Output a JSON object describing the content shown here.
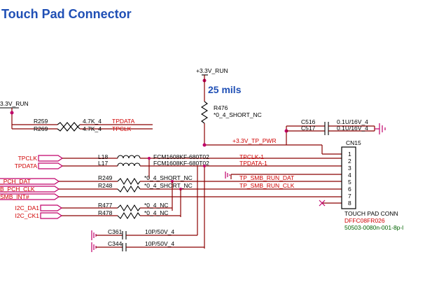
{
  "title": "Touch Pad Connector",
  "note": "25 mils",
  "rails": {
    "run_top": "+3.3V_RUN",
    "run_left": "3.3V_RUN",
    "tp_pwr": "+3.3V_TP_PWR"
  },
  "resistors": {
    "R476": {
      "ref": "R476",
      "value": "*0_4_SHORT_NC"
    },
    "R259": {
      "ref": "R259",
      "value": "4.7K_4",
      "net": "TPDATA"
    },
    "R269": {
      "ref": "R269",
      "value": "4.7K_4",
      "net": "TPCLK"
    },
    "R249": {
      "ref": "R249",
      "value": "*0_4_SHORT_NC"
    },
    "R248": {
      "ref": "R248",
      "value": "*0_4_SHORT_NC"
    },
    "R477": {
      "ref": "R477",
      "value": "*0_4_NC"
    },
    "R478": {
      "ref": "R478",
      "value": "*0_4_NC"
    }
  },
  "inductors": {
    "L18": {
      "ref": "L18",
      "value": "FCM1608KF-680T02",
      "net": "TPCLK-1"
    },
    "L17": {
      "ref": "L17",
      "value": "FCM1608KF-680T02",
      "net": "TPDATA-1"
    }
  },
  "capacitors": {
    "C516": {
      "ref": "C516",
      "value": "0.1U/16V_4"
    },
    "C517": {
      "ref": "C517",
      "value": "0.1U/16V_4"
    },
    "C361": {
      "ref": "C361",
      "value": "10P/50V_4"
    },
    "C344": {
      "ref": "C344",
      "value": "10P/50V_4"
    }
  },
  "ports": {
    "tpclk": "TPCLK",
    "tpdata": "TPDATA",
    "pch_dat": "_PCH_DAT",
    "pch_clk": "B_PCH_CLK",
    "smb_int": "SMB_INT#",
    "i2c_da": "I2C_DA1",
    "i2c_ck": "I2C_CK1"
  },
  "nets": {
    "smb_dat": "TP_SMB_RUN_DAT",
    "smb_clk": "TP_SMB_RUN_CLK"
  },
  "connector": {
    "ref": "CN15",
    "pins": [
      "1",
      "2",
      "3",
      "4",
      "5",
      "6",
      "7",
      "8"
    ],
    "name": "TOUCH PAD CONN",
    "part": "DFFC08FR026",
    "partno": "50503-0080n-001-8p-l"
  }
}
